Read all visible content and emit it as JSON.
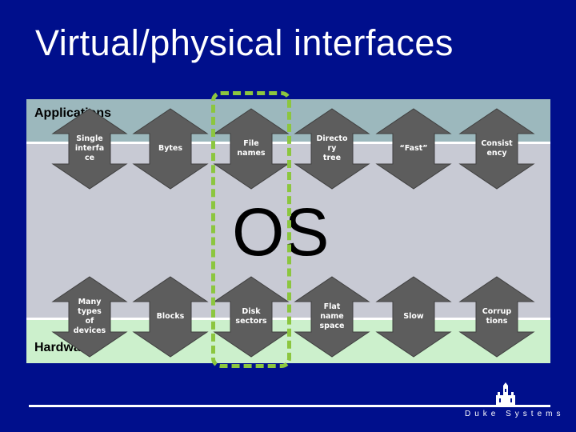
{
  "slide": {
    "title": "Virtual/physical interfaces",
    "os_label": "OS",
    "brand": "Duke Systems"
  },
  "diagram": {
    "top_label": "Applications",
    "bottom_label": "Hardware",
    "top_arrows": [
      "Single\ninterfa\nce",
      "Bytes",
      "File\nnames",
      "Directo\nry\ntree",
      "“Fast”",
      "Consist\nency"
    ],
    "bottom_arrows": [
      "Many\ntypes\nof\ndevices",
      "Blocks",
      "Disk\nsectors",
      "Flat\nname\nspace",
      "Slow",
      "Corrup\ntions"
    ],
    "highlighted_column": "File names / Disk sectors"
  },
  "colors": {
    "background": "#000f8c",
    "applications_band": "#9cb8bd",
    "os_band": "#c8cad4",
    "hardware_band": "#ccf0cc",
    "arrow": "#5d5d5d",
    "highlight": "#8cc63f"
  },
  "icons": [
    "double-headed-arrow-icon",
    "duke-chapel-logo-icon"
  ]
}
